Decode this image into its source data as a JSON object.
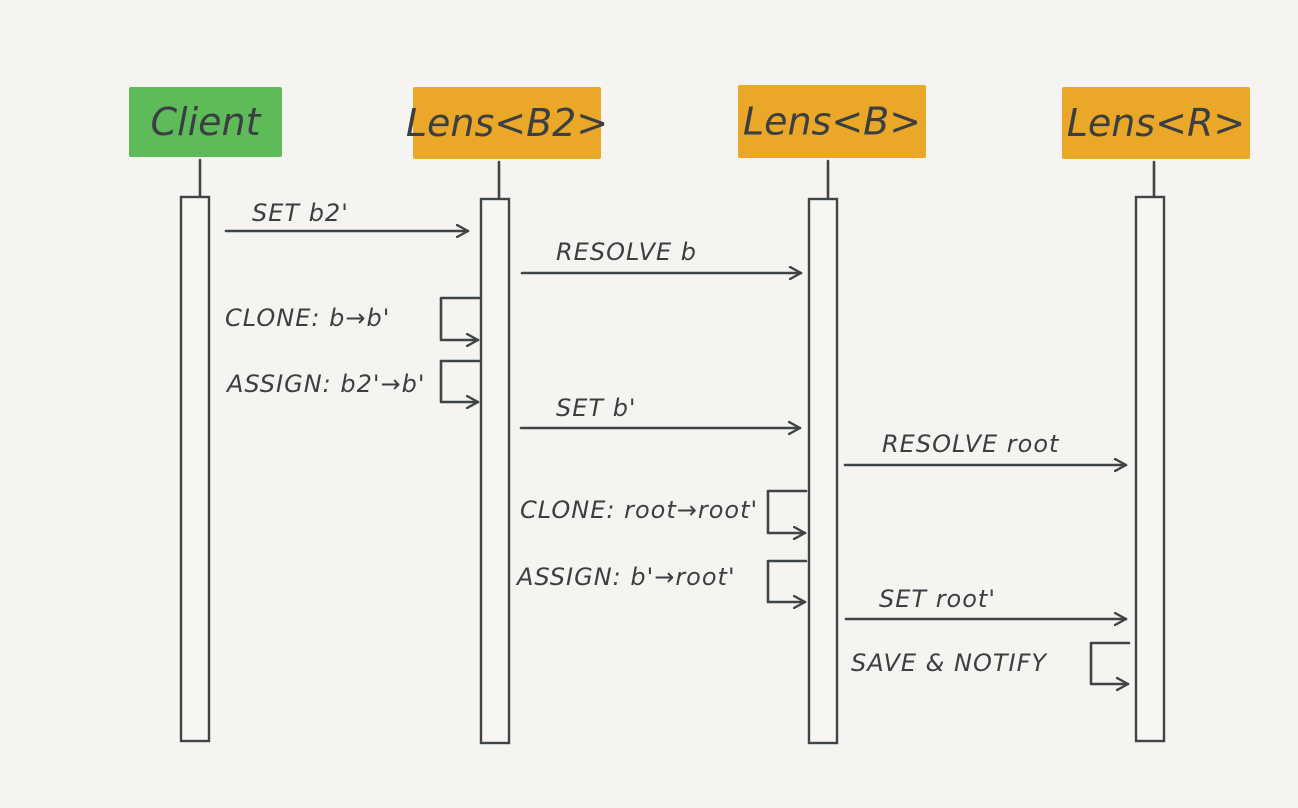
{
  "colors": {
    "background": "#f5f4f1",
    "client_header": "#5dbb5a",
    "lens_header": "#eba828",
    "ink": "#3f4447"
  },
  "lanes": [
    {
      "id": "client",
      "label": "Client",
      "color": "#5dbb5a"
    },
    {
      "id": "lens_b2",
      "label": "Lens<B2>",
      "color": "#eba828"
    },
    {
      "id": "lens_b",
      "label": "Lens<B>",
      "color": "#eba828"
    },
    {
      "id": "lens_r",
      "label": "Lens<R>",
      "color": "#eba828"
    }
  ],
  "messages": [
    {
      "from": "client",
      "to": "lens_b2",
      "label": "SET b2'"
    },
    {
      "from": "lens_b2",
      "to": "lens_b",
      "label": "RESOLVE b"
    },
    {
      "from": "lens_b2",
      "to": "lens_b2",
      "label": "CLONE: b→b'"
    },
    {
      "from": "lens_b2",
      "to": "lens_b2",
      "label": "ASSIGN: b2'→b'"
    },
    {
      "from": "lens_b2",
      "to": "lens_b",
      "label": "SET b'"
    },
    {
      "from": "lens_b",
      "to": "lens_r",
      "label": "RESOLVE  root"
    },
    {
      "from": "lens_b",
      "to": "lens_b",
      "label": "CLONE: root→root'"
    },
    {
      "from": "lens_b",
      "to": "lens_b",
      "label": "ASSIGN: b'→root'"
    },
    {
      "from": "lens_b",
      "to": "lens_r",
      "label": "SET root'"
    },
    {
      "from": "lens_r",
      "to": "lens_r",
      "label": "SAVE & NOTIFY"
    }
  ]
}
